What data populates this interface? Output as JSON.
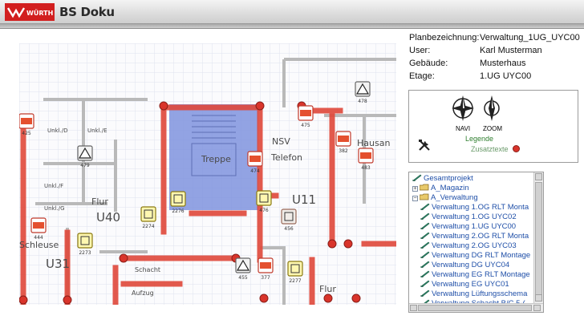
{
  "header": {
    "logo_text": "WÜRTH",
    "title": "BS Doku"
  },
  "info": {
    "rows": [
      {
        "key": "Planbezeichnung:",
        "value": "Verwaltung_1UG_UYC00"
      },
      {
        "key": "User:",
        "value": "Karl Musterman"
      },
      {
        "key": "Gebäude:",
        "value": "Musterhaus"
      },
      {
        "key": "Etage:",
        "value": "1.UG UYC00"
      }
    ]
  },
  "navpanel": {
    "navi_label": "NAVI",
    "zoom_label": "ZOOM",
    "legend_label": "Legende",
    "extra_label": "Zusatztexte",
    "tools_icon": "tools-icon",
    "navi_icon": "compass-navi-icon",
    "zoom_icon": "compass-zoom-icon"
  },
  "tree": {
    "nodes": [
      {
        "label": "Gesamtprojekt",
        "icon": "project-icon"
      },
      {
        "label": "A_Magazin",
        "icon": "folder-icon",
        "toggle": "+"
      },
      {
        "label": "A_Verwaltung",
        "icon": "folder-icon",
        "toggle": "−"
      },
      {
        "label": "Verwaltung 1.OG RLT Monta",
        "icon": "plan-icon"
      },
      {
        "label": "Verwaltung 1.OG UYC02",
        "icon": "plan-icon"
      },
      {
        "label": "Verwaltung 1.UG UYC00",
        "icon": "plan-icon"
      },
      {
        "label": "Verwaltung 2.OG RLT Monta",
        "icon": "plan-icon"
      },
      {
        "label": "Verwaltung 2.OG UYC03",
        "icon": "plan-icon"
      },
      {
        "label": "Verwaltung DG RLT Montage",
        "icon": "plan-icon"
      },
      {
        "label": "Verwaltung DG UYC04",
        "icon": "plan-icon"
      },
      {
        "label": "Verwaltung EG RLT Montage",
        "icon": "plan-icon"
      },
      {
        "label": "Verwaltung EG UYC01",
        "icon": "plan-icon"
      },
      {
        "label": "Verwaltung Lüftungsschema",
        "icon": "plan-icon"
      },
      {
        "label": "Verwaltung Schacht B/C 5-(",
        "icon": "plan-icon"
      }
    ]
  },
  "plan": {
    "room_labels": [
      {
        "text": "Treppe"
      },
      {
        "text": "NSV"
      },
      {
        "text": "Telefon"
      },
      {
        "text": "Hausan"
      },
      {
        "text": "U11"
      },
      {
        "text": "U40"
      },
      {
        "text": "Flur"
      },
      {
        "text": "Schleuse"
      },
      {
        "text": "U31"
      },
      {
        "text": "Schacht"
      },
      {
        "text": "Aufzug"
      },
      {
        "text": "Flur"
      },
      {
        "text": "Unkl./D"
      },
      {
        "text": "Unkl./E"
      },
      {
        "text": "Unkl./F"
      },
      {
        "text": "Unkl./G"
      }
    ],
    "markers": [
      {
        "id": "425"
      },
      {
        "id": "479"
      },
      {
        "id": "474"
      },
      {
        "id": "475"
      },
      {
        "id": "382"
      },
      {
        "id": "476"
      },
      {
        "id": "478"
      },
      {
        "id": "483"
      },
      {
        "id": "2276"
      },
      {
        "id": "2274"
      },
      {
        "id": "456"
      },
      {
        "id": "2273"
      },
      {
        "id": "2277"
      },
      {
        "id": "455"
      },
      {
        "id": "377"
      },
      {
        "id": "444"
      }
    ]
  },
  "colors": {
    "wall_red": "#e0483a",
    "stair_blue": "#7f93de",
    "grid": "#dfe3ee",
    "link_green": "#2f7f2f",
    "tree_blue": "#1f4fa8"
  }
}
